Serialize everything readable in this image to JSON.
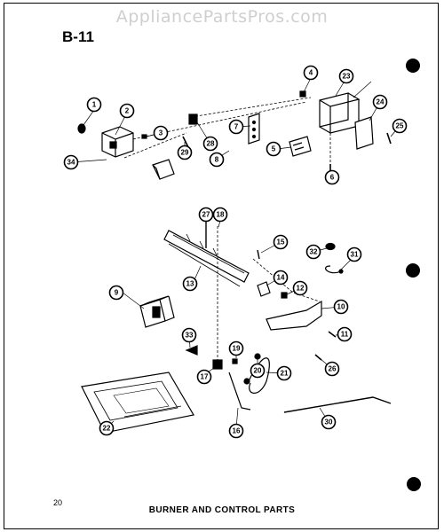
{
  "watermark": "AppliancePartsPros.com",
  "section_id": "B-11",
  "page_number": "20",
  "footer_title": "BURNER AND CONTROL PARTS",
  "callouts": [
    "1",
    "2",
    "3",
    "4",
    "5",
    "6",
    "7",
    "8",
    "9",
    "10",
    "11",
    "12",
    "13",
    "14",
    "15",
    "16",
    "17",
    "18",
    "19",
    "20",
    "21",
    "22",
    "23",
    "24",
    "25",
    "26",
    "27",
    "28",
    "29",
    "30",
    "31",
    "32",
    "33",
    "34"
  ],
  "colors": {
    "ink": "#000000",
    "watermark": "#cfcfcf",
    "background": "#ffffff"
  }
}
